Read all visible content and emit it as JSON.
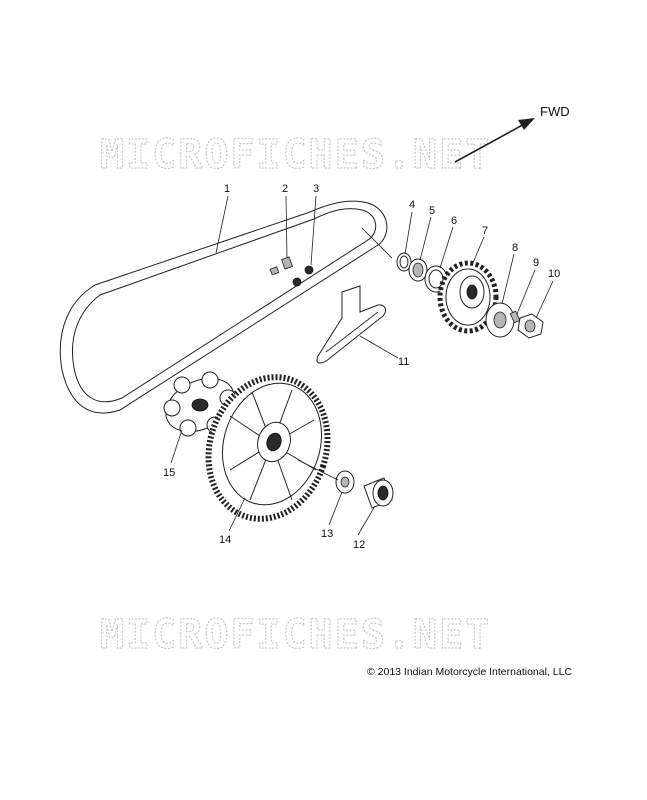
{
  "watermark": {
    "top": "MICROFICHES.NET",
    "bottom": "MICROFICHES.NET"
  },
  "direction_label": "FWD",
  "copyright": "© 2013 Indian Motorcycle International, LLC",
  "callouts": [
    {
      "id": "1",
      "label": "1"
    },
    {
      "id": "2",
      "label": "2"
    },
    {
      "id": "3",
      "label": "3"
    },
    {
      "id": "4",
      "label": "4"
    },
    {
      "id": "5",
      "label": "5"
    },
    {
      "id": "6",
      "label": "6"
    },
    {
      "id": "7",
      "label": "7"
    },
    {
      "id": "8",
      "label": "8"
    },
    {
      "id": "9",
      "label": "9"
    },
    {
      "id": "10",
      "label": "10"
    },
    {
      "id": "11",
      "label": "11"
    },
    {
      "id": "12",
      "label": "12"
    },
    {
      "id": "13",
      "label": "13"
    },
    {
      "id": "14",
      "label": "14"
    },
    {
      "id": "15",
      "label": "15"
    }
  ]
}
